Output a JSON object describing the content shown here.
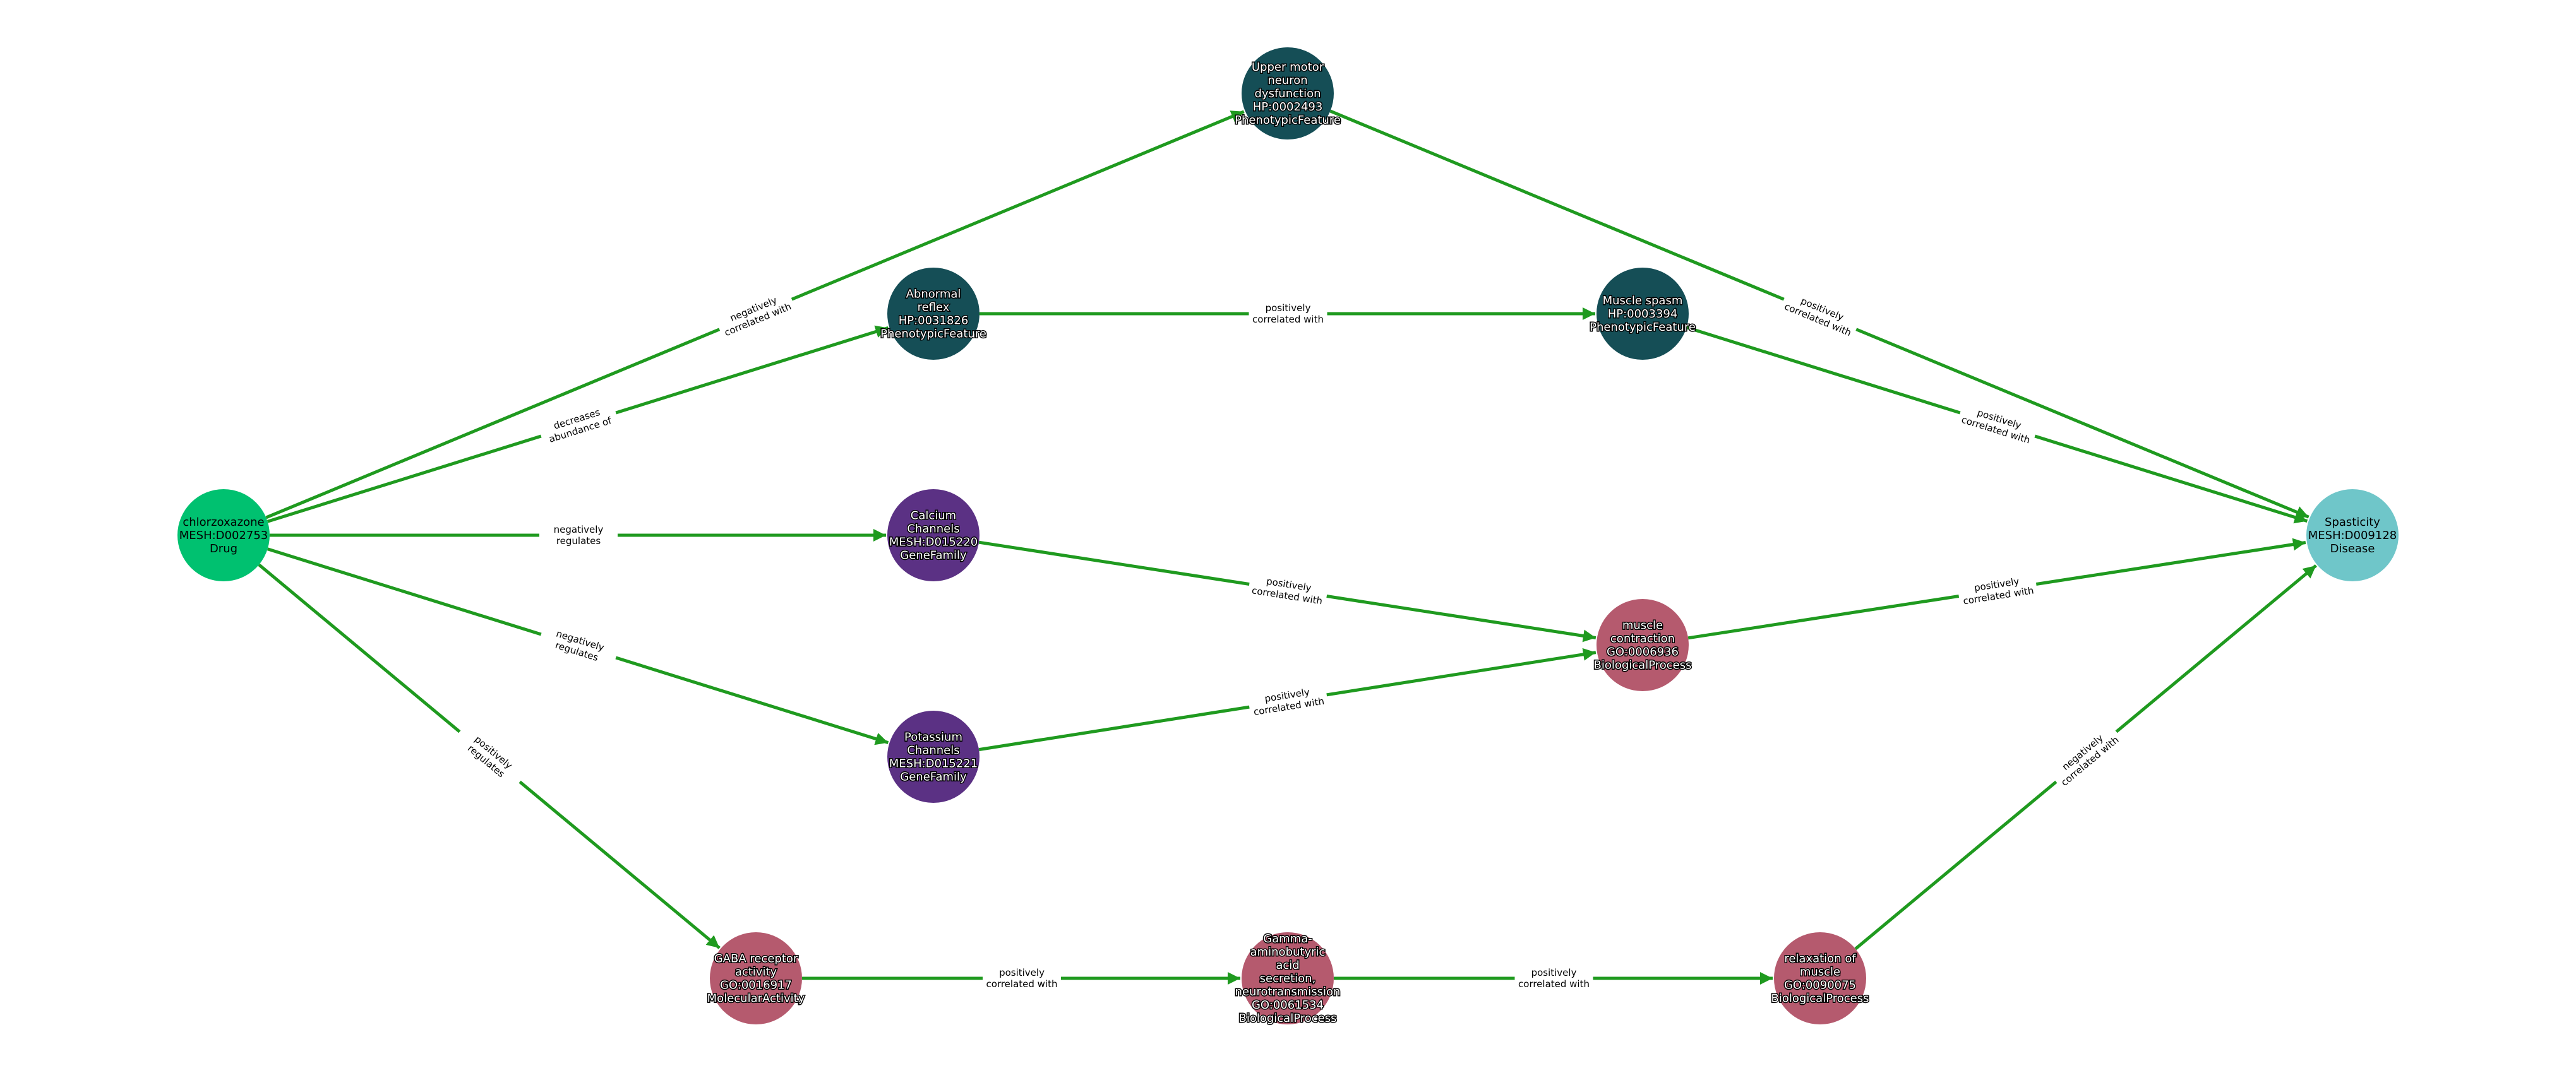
{
  "colors": {
    "edge": "#1f9a1f",
    "Drug": "#00c170",
    "PhenotypicFeature": "#154e56",
    "GeneFamily": "#5b3184",
    "BiologicalProcess": "#b55a6e",
    "MolecularActivity": "#b55a6e",
    "Disease": "#6fc6c9"
  },
  "nodes": [
    {
      "id": "chlorzoxazone",
      "lines": [
        "chlorzoxazone",
        "MESH:D002753",
        "Drug"
      ],
      "category": "Drug"
    },
    {
      "id": "upper_motor",
      "lines": [
        "Upper motor",
        "neuron",
        "dysfunction",
        "HP:0002493",
        "PhenotypicFeature"
      ],
      "category": "PhenotypicFeature"
    },
    {
      "id": "abnormal_reflex",
      "lines": [
        "Abnormal",
        "reflex",
        "HP:0031826",
        "PhenotypicFeature"
      ],
      "category": "PhenotypicFeature"
    },
    {
      "id": "muscle_spasm",
      "lines": [
        "Muscle spasm",
        "HP:0003394",
        "PhenotypicFeature"
      ],
      "category": "PhenotypicFeature"
    },
    {
      "id": "calcium",
      "lines": [
        "Calcium",
        "Channels",
        "MESH:D015220",
        "GeneFamily"
      ],
      "category": "GeneFamily"
    },
    {
      "id": "potassium",
      "lines": [
        "Potassium",
        "Channels",
        "MESH:D015221",
        "GeneFamily"
      ],
      "category": "GeneFamily"
    },
    {
      "id": "muscle_contraction",
      "lines": [
        "muscle",
        "contraction",
        "GO:0006936",
        "BiologicalProcess"
      ],
      "category": "BiologicalProcess"
    },
    {
      "id": "spasticity",
      "lines": [
        "Spasticity",
        "MESH:D009128",
        "Disease"
      ],
      "category": "Disease"
    },
    {
      "id": "gaba_receptor",
      "lines": [
        "GABA receptor",
        "activity",
        "GO:0016917",
        "MolecularActivity"
      ],
      "category": "MolecularActivity"
    },
    {
      "id": "gaba_secretion",
      "lines": [
        "Gamma-",
        "aminobutyric",
        "acid",
        "secretion,",
        "neurotransmission",
        "GO:0061534",
        "BiologicalProcess"
      ],
      "category": "BiologicalProcess"
    },
    {
      "id": "relaxation",
      "lines": [
        "relaxation of",
        "muscle",
        "GO:0090075",
        "BiologicalProcess"
      ],
      "category": "BiologicalProcess"
    }
  ],
  "edges": [
    {
      "source": "chlorzoxazone",
      "target": "upper_motor",
      "lines": [
        "negatively",
        "correlated with"
      ]
    },
    {
      "source": "chlorzoxazone",
      "target": "abnormal_reflex",
      "lines": [
        "decreases",
        "abundance of"
      ]
    },
    {
      "source": "chlorzoxazone",
      "target": "calcium",
      "lines": [
        "negatively",
        "regulates"
      ]
    },
    {
      "source": "chlorzoxazone",
      "target": "potassium",
      "lines": [
        "negatively",
        "regulates"
      ]
    },
    {
      "source": "chlorzoxazone",
      "target": "gaba_receptor",
      "lines": [
        "positively",
        "regulates"
      ]
    },
    {
      "source": "upper_motor",
      "target": "spasticity",
      "lines": [
        "positively",
        "correlated with"
      ]
    },
    {
      "source": "abnormal_reflex",
      "target": "muscle_spasm",
      "lines": [
        "positively",
        "correlated with"
      ]
    },
    {
      "source": "muscle_spasm",
      "target": "spasticity",
      "lines": [
        "positively",
        "correlated with"
      ]
    },
    {
      "source": "calcium",
      "target": "muscle_contraction",
      "lines": [
        "positively",
        "correlated with"
      ]
    },
    {
      "source": "potassium",
      "target": "muscle_contraction",
      "lines": [
        "positively",
        "correlated with"
      ]
    },
    {
      "source": "muscle_contraction",
      "target": "spasticity",
      "lines": [
        "positively",
        "correlated with"
      ]
    },
    {
      "source": "gaba_receptor",
      "target": "gaba_secretion",
      "lines": [
        "positively",
        "correlated with"
      ]
    },
    {
      "source": "gaba_secretion",
      "target": "relaxation",
      "lines": [
        "positively",
        "correlated with"
      ]
    },
    {
      "source": "relaxation",
      "target": "spasticity",
      "lines": [
        "negatively",
        "correlated with"
      ]
    }
  ]
}
